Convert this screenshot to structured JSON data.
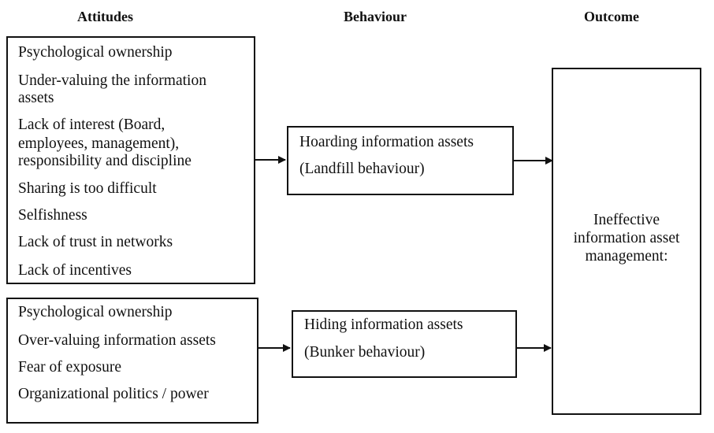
{
  "headers": {
    "attitudes": "Attitudes",
    "behaviour": "Behaviour",
    "outcome": "Outcome"
  },
  "attitudes_top": [
    "Psychological ownership",
    "Under-valuing the information",
    "assets",
    "Lack of interest (Board,",
    "employees, management),",
    "responsibility and discipline",
    "Sharing is too difficult",
    "Selfishness",
    "Lack of trust in networks",
    "Lack of incentives"
  ],
  "attitudes_bottom": [
    "Psychological ownership",
    "Over-valuing information assets",
    "Fear of exposure",
    "Organizational politics / power"
  ],
  "behaviour_top": {
    "line1": "Hoarding information assets",
    "line2": "(Landfill behaviour)"
  },
  "behaviour_bottom": {
    "line1": "Hiding information assets",
    "line2": "(Bunker behaviour)"
  },
  "outcome": {
    "line1": "Ineffective",
    "line2": "information asset",
    "line3": "management:"
  }
}
